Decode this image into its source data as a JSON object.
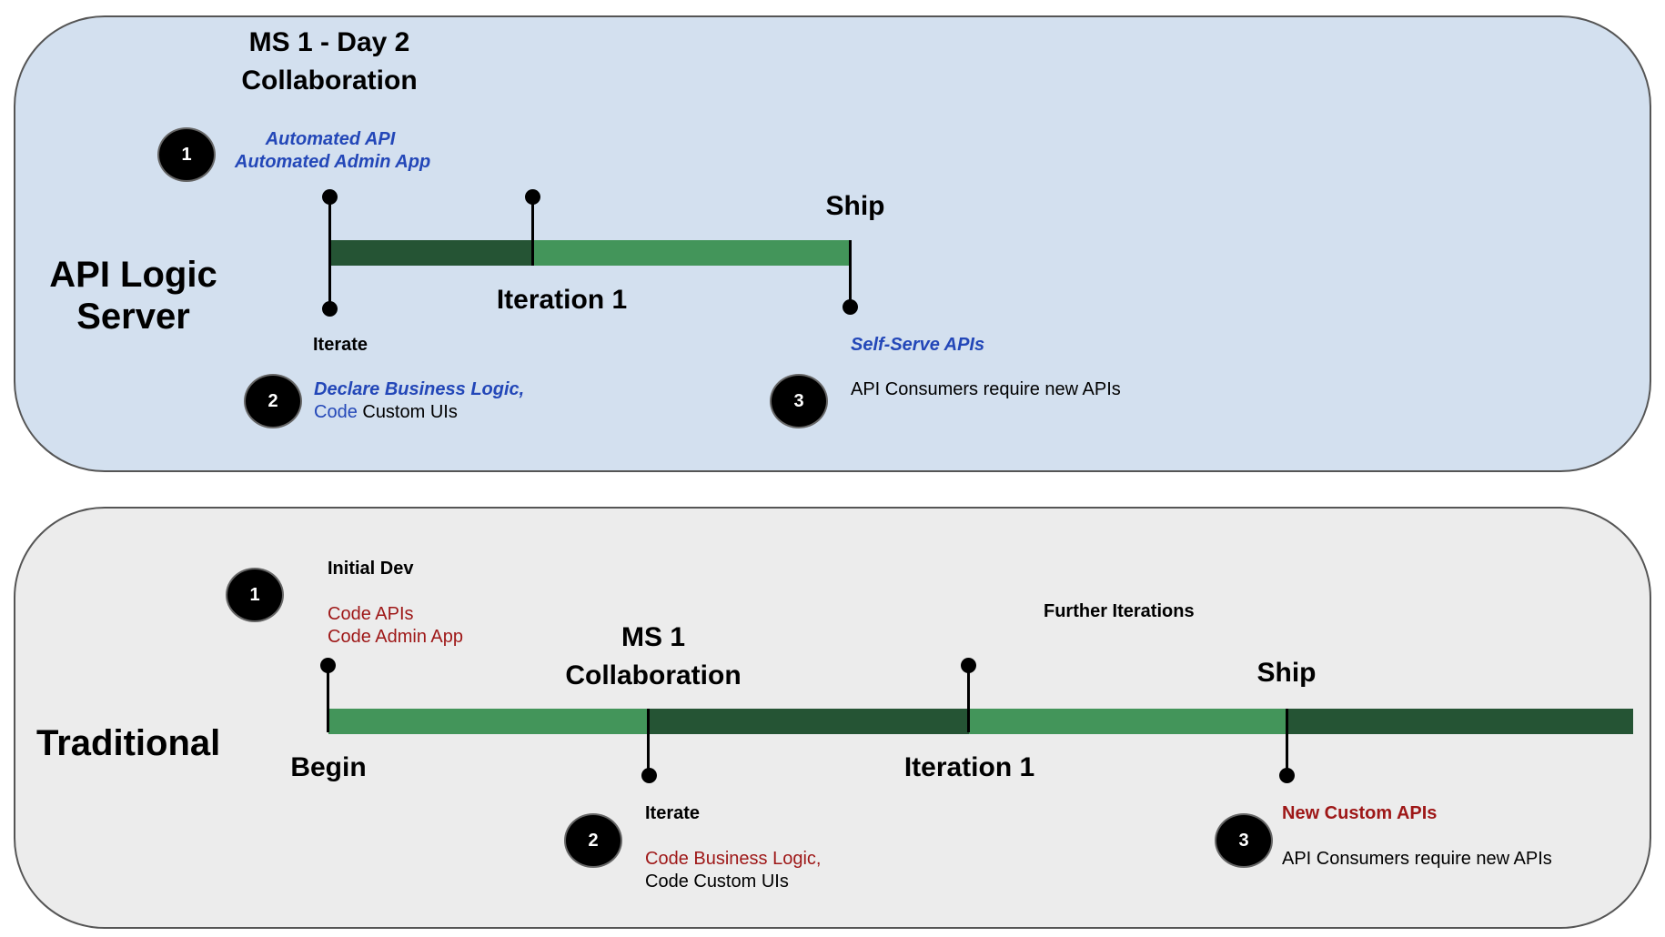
{
  "top": {
    "milestone_line1": "MS 1 - Day 2",
    "milestone_line2": "Collaboration",
    "side_label_line1": "API Logic",
    "side_label_line2": "Server",
    "step1": {
      "number": "1",
      "line1": "Automated API",
      "line2": "Automated Admin App"
    },
    "ship": "Ship",
    "iteration": "Iteration 1",
    "iterate": "Iterate",
    "step2": {
      "number": "2",
      "line1": "Declare Business Logic,",
      "line2_part1": "Code",
      "line2_part2": " Custom UIs"
    },
    "self_serve": "Self-Serve APIs",
    "step3": {
      "number": "3",
      "text": "API Consumers require new APIs"
    }
  },
  "bottom": {
    "side_label": "Traditional",
    "step1": {
      "number": "1",
      "title": "Initial Dev",
      "line1": "Code APIs",
      "line2": "Code Admin App"
    },
    "further": "Further Iterations",
    "milestone_line1": "MS 1",
    "milestone_line2": "Collaboration",
    "ship": "Ship",
    "begin": "Begin",
    "iteration": "Iteration 1",
    "iterate": "Iterate",
    "step2": {
      "number": "2",
      "line1": "Code Business Logic,",
      "line2": "Code Custom UIs"
    },
    "new_custom": "New Custom APIs",
    "step3": {
      "number": "3",
      "text": "API Consumers require new APIs"
    }
  },
  "colors": {
    "top_panel": "#d3e0ef",
    "bottom_panel": "#ececec",
    "bar_light": "#43955a",
    "bar_dark": "#255434",
    "blue_text": "#2347b8",
    "red_text": "#9e1717"
  }
}
